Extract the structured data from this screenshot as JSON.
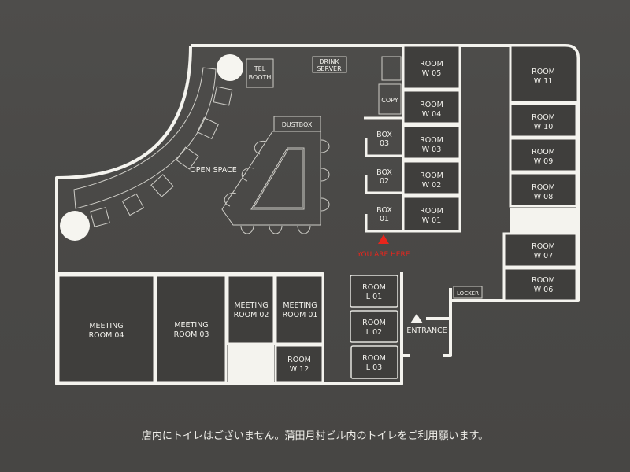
{
  "map": {
    "labels": {
      "open_space": "OPEN SPACE",
      "tel_booth": [
        "TEL",
        "BOOTH"
      ],
      "drink_server": [
        "DRINK",
        "SERVER"
      ],
      "dustbox": "DUSTBOX",
      "copy": "COPY",
      "locker": "LOCKER",
      "entrance": "ENTRANCE",
      "you_are_here": "YOU ARE HERE"
    },
    "boxes": [
      {
        "id": "box-03",
        "line1": "BOX",
        "line2": "03"
      },
      {
        "id": "box-02",
        "line1": "BOX",
        "line2": "02"
      },
      {
        "id": "box-01",
        "line1": "BOX",
        "line2": "01"
      }
    ],
    "w_rooms_center": [
      {
        "id": "room-w05",
        "line1": "ROOM",
        "line2": "W 05"
      },
      {
        "id": "room-w04",
        "line1": "ROOM",
        "line2": "W 04"
      },
      {
        "id": "room-w03",
        "line1": "ROOM",
        "line2": "W 03"
      },
      {
        "id": "room-w02",
        "line1": "ROOM",
        "line2": "W 02"
      },
      {
        "id": "room-w01",
        "line1": "ROOM",
        "line2": "W 01"
      }
    ],
    "w_rooms_right": [
      {
        "id": "room-w11",
        "line1": "ROOM",
        "line2": "W 11"
      },
      {
        "id": "room-w10",
        "line1": "ROOM",
        "line2": "W 10"
      },
      {
        "id": "room-w09",
        "line1": "ROOM",
        "line2": "W 09"
      },
      {
        "id": "room-w08",
        "line1": "ROOM",
        "line2": "W 08"
      },
      {
        "id": "room-w07",
        "line1": "ROOM",
        "line2": "W 07"
      },
      {
        "id": "room-w06",
        "line1": "ROOM",
        "line2": "W 06"
      }
    ],
    "l_rooms": [
      {
        "id": "room-l01",
        "line1": "ROOM",
        "line2": "L 01"
      },
      {
        "id": "room-l02",
        "line1": "ROOM",
        "line2": "L 02"
      },
      {
        "id": "room-l03",
        "line1": "ROOM",
        "line2": "L 03"
      }
    ],
    "meeting_rooms": [
      {
        "id": "meeting-room-04",
        "line1": "MEETING",
        "line2": "ROOM 04"
      },
      {
        "id": "meeting-room-03",
        "line1": "MEETING",
        "line2": "ROOM 03"
      },
      {
        "id": "meeting-room-02",
        "line1": "MEETING",
        "line2": "ROOM 02"
      },
      {
        "id": "meeting-room-01",
        "line1": "MEETING",
        "line2": "ROOM 01"
      }
    ],
    "room_w12": {
      "line1": "ROOM",
      "line2": "W 12"
    },
    "colors": {
      "background": "#4a4947",
      "wall": "#f4f3ee",
      "room_fill": "#3f3e3c",
      "you_are_here": "#e8251c"
    }
  },
  "notice": "店内にトイレはございません。蒲田月村ビル内のトイレをご利用願います。"
}
